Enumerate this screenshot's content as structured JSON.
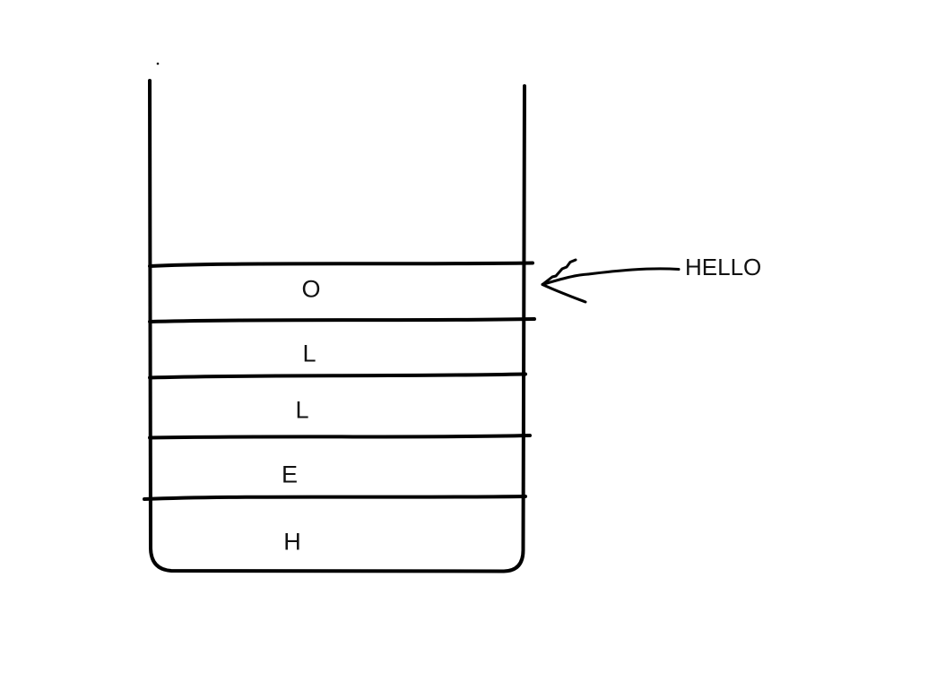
{
  "diagram": {
    "cells": [
      {
        "label": "O"
      },
      {
        "label": "L"
      },
      {
        "label": "L"
      },
      {
        "label": "E"
      },
      {
        "label": "H"
      }
    ],
    "stack_bottom_to_top": [
      "H",
      "E",
      "L",
      "L",
      "O"
    ],
    "annotation_label": "HELLO"
  },
  "colors": {
    "ink": "#000000",
    "background": "#ffffff"
  }
}
